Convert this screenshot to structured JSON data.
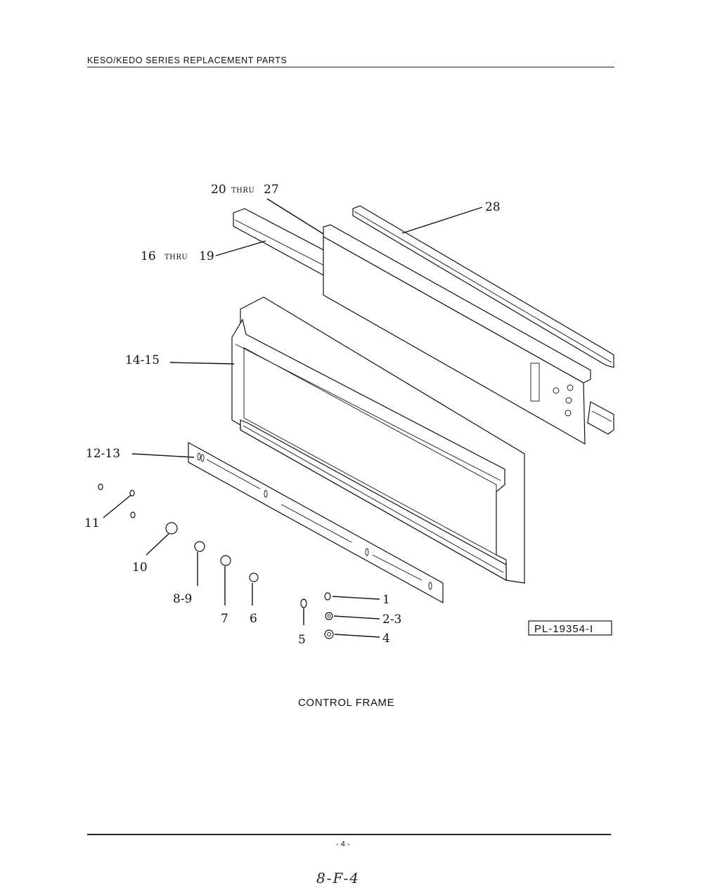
{
  "header": {
    "title": "KESO/KEDO SERIES REPLACEMENT PARTS"
  },
  "diagram": {
    "caption": "CONTROL FRAME",
    "plate_id": "PL-19354-I",
    "callouts": {
      "c1": "1",
      "c2_3": "2-3",
      "c4": "4",
      "c5": "5",
      "c6": "6",
      "c7": "7",
      "c8_9": "8-9",
      "c10": "10",
      "c11": "11",
      "c12_13": "12-13",
      "c14_15": "14-15",
      "c16": "16",
      "c19": "19",
      "c20": "20",
      "c27": "27",
      "c28": "28",
      "thru": "THRU"
    }
  },
  "footer": {
    "page_number": "- 4 -",
    "handwritten_note": "8-F-4"
  }
}
